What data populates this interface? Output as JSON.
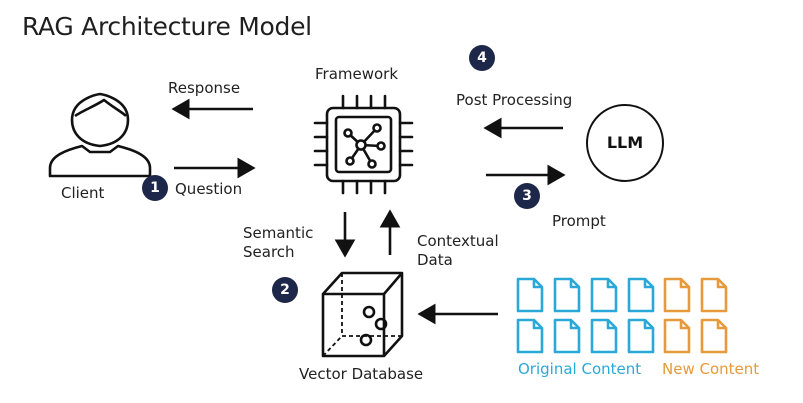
{
  "title": "RAG Architecture Model",
  "colors": {
    "navy": "#1d2749",
    "original": "#2aa9d8",
    "new": "#e69a3c",
    "ink": "#111111"
  },
  "nodes": {
    "client": {
      "label": "Client",
      "icon": "person-icon"
    },
    "framework": {
      "label": "Framework",
      "icon": "chip-network-icon"
    },
    "llm": {
      "label": "LLM"
    },
    "vector_db": {
      "label": "Vector Database",
      "icon": "cube-icon"
    }
  },
  "flows": {
    "response": "Response",
    "question": "Question",
    "post_processing": "Post Processing",
    "prompt": "Prompt",
    "semantic_search": [
      "Semantic",
      "Search"
    ],
    "contextual_data": [
      "Contextual",
      "Data"
    ]
  },
  "steps": [
    "1",
    "2",
    "3",
    "4"
  ],
  "content": {
    "original_label": "Original Content",
    "new_label": "New Content",
    "original_docs": 8,
    "new_docs": 4
  }
}
